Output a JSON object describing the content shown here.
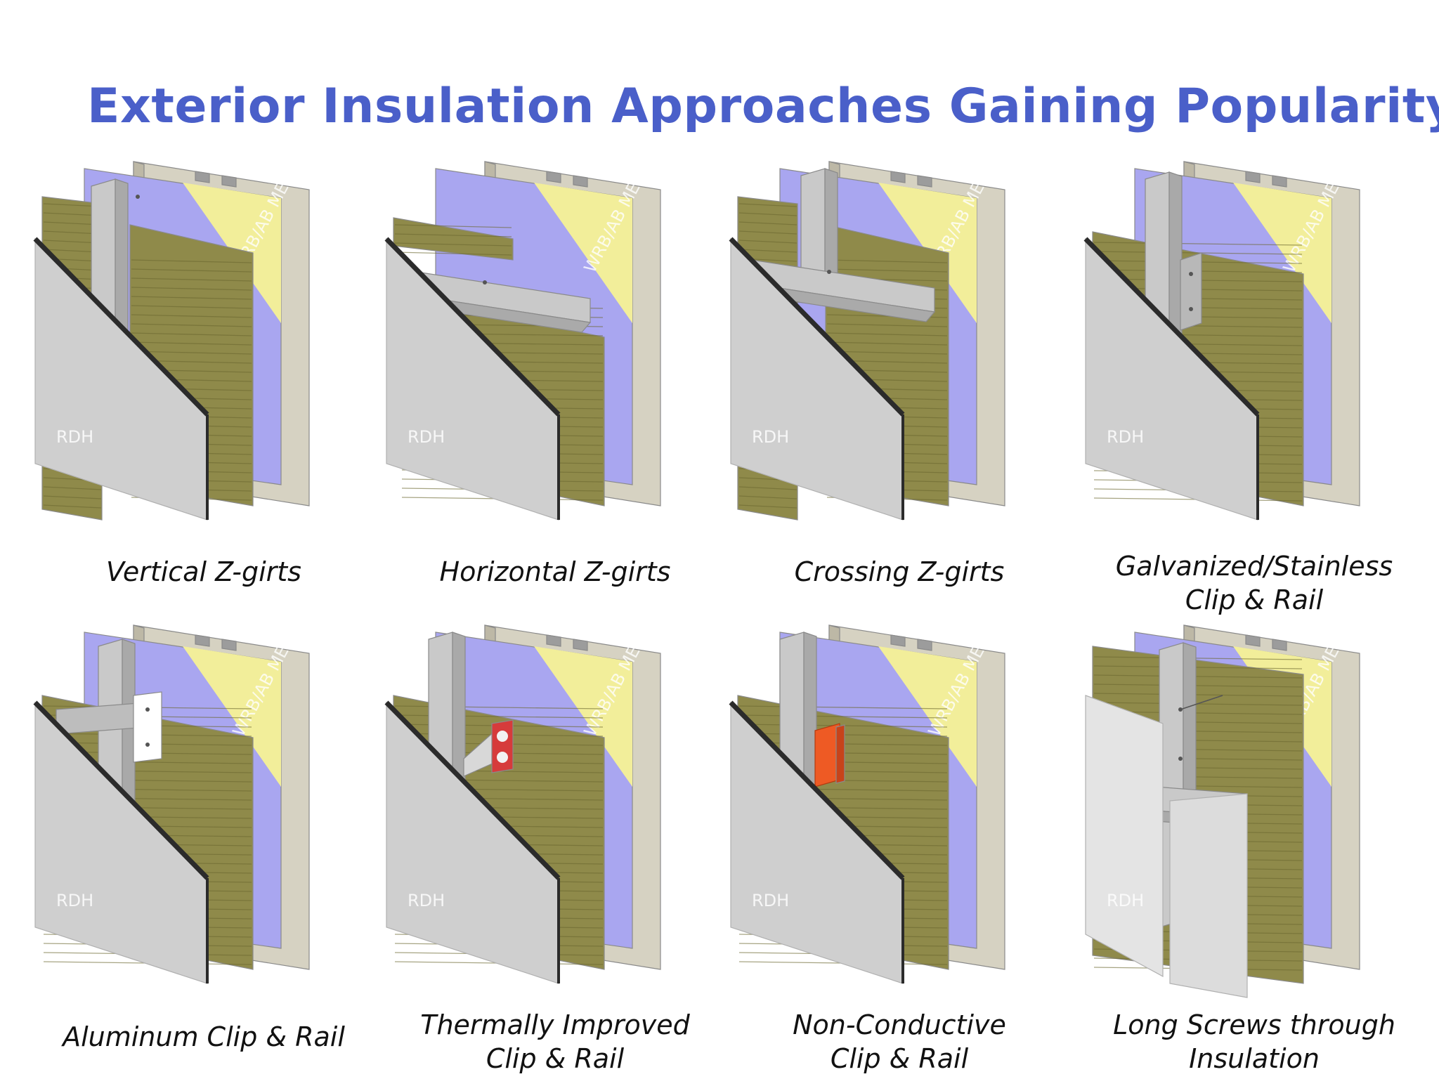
{
  "slide": {
    "title": "Exterior Insulation Approaches Gaining Popularity"
  },
  "diagram": {
    "panels": [
      {
        "label": "Vertical Z-girts",
        "variant": "vertical-zgirt"
      },
      {
        "label": "Horizontal Z-girts",
        "variant": "horizontal-zgirt"
      },
      {
        "label": "Crossing Z-girts",
        "variant": "crossing-zgirt"
      },
      {
        "label": "Galvanized/Stainless\nClip & Rail",
        "variant": "galv-clip-rail"
      },
      {
        "label": "Aluminum Clip & Rail",
        "variant": "alum-clip-rail"
      },
      {
        "label": "Thermally Improved\nClip & Rail",
        "variant": "thermal-clip-rail"
      },
      {
        "label": "Non-Conductive\nClip & Rail",
        "variant": "nonconductive-clip-rail"
      },
      {
        "label": "Long Screws through\nInsulation",
        "variant": "long-screws"
      }
    ],
    "watermark": "RDH",
    "membrane_text": "WRB/AB MEMBR",
    "colors": {
      "sheathing": "#d6d2c2",
      "membrane": "#a9a6f0",
      "sheathing_yellow": "#f2ee9a",
      "insulation": "#8f8a4a",
      "insulation_line": "#6c6830",
      "girt": "#c9c9c9",
      "cladding": "#cfcfcf",
      "cladding_edge": "#2b2b2b",
      "nonconductive_clip": "#ee5a24",
      "thermal_clip": "#d63b3b",
      "title": "#4a5fc9"
    }
  }
}
